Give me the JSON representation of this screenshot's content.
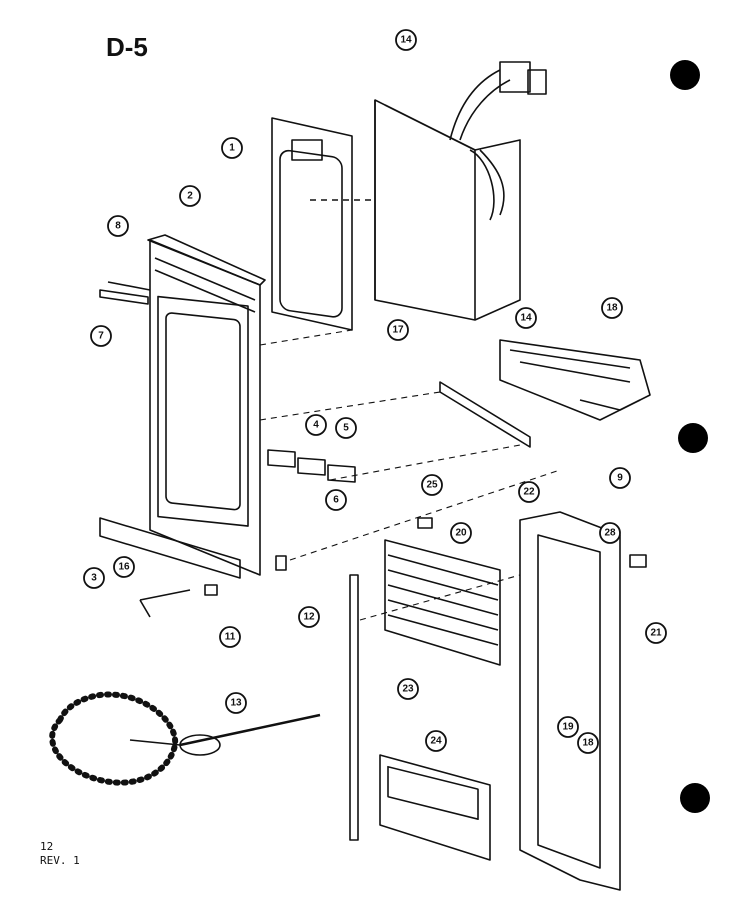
{
  "title": "D-5",
  "footer": {
    "page": "12",
    "revision": "REV. 1"
  },
  "callouts": [
    "1",
    "2",
    "8",
    "7",
    "14",
    "17",
    "14",
    "18",
    "4",
    "5",
    "6",
    "22",
    "9",
    "25",
    "3",
    "16",
    "11",
    "12",
    "20",
    "28",
    "21",
    "23",
    "13",
    "19",
    "18",
    "24"
  ],
  "colors": {
    "ink": "#111111",
    "background": "#ffffff"
  }
}
